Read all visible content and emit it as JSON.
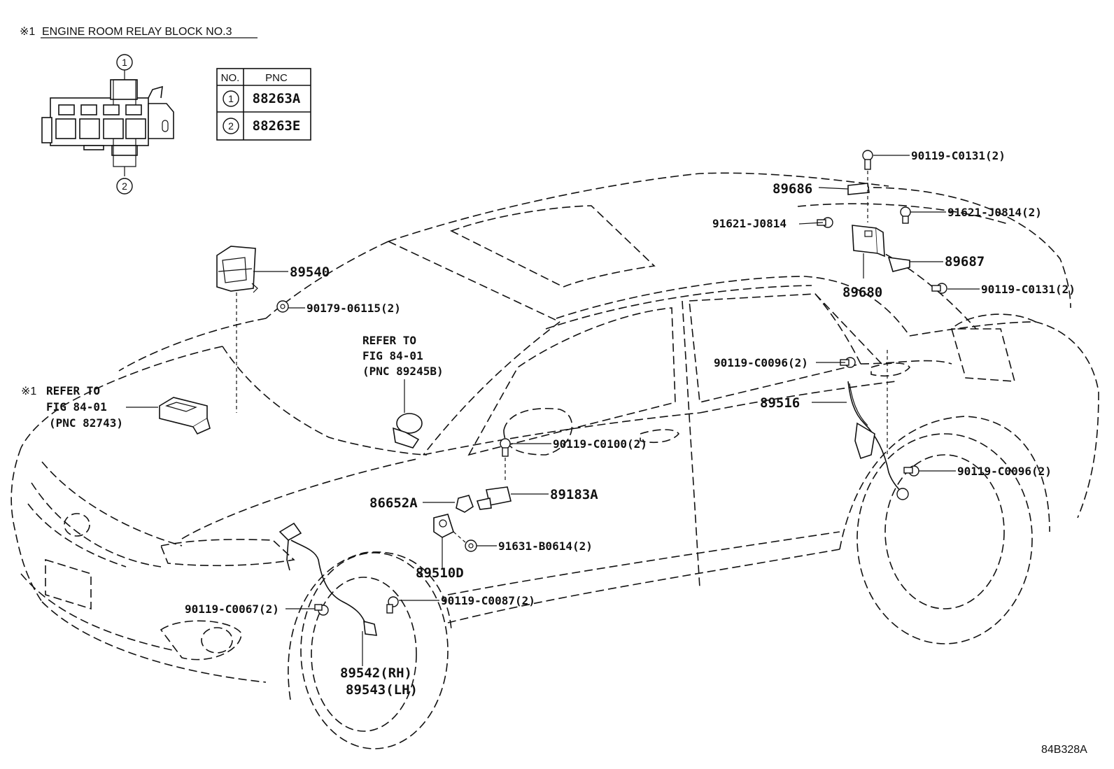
{
  "header": {
    "marker": "※1",
    "title": "ENGINE ROOM RELAY BLOCK NO.3"
  },
  "connector_callouts": [
    "1",
    "2"
  ],
  "pnc_table": {
    "headers": [
      "NO.",
      "PNC"
    ],
    "rows": [
      {
        "no": "1",
        "pnc": "88263A"
      },
      {
        "no": "2",
        "pnc": "88263E"
      }
    ]
  },
  "parts": {
    "p90119_c0131_top": "90119-C0131(2)",
    "p89686": "89686",
    "p91621_j0814_r": "91621-J0814(2)",
    "p91621_j0814_l": "91621-J0814",
    "p89687": "89687",
    "p89680": "89680",
    "p90119_c0131_bot": "90119-C0131(2)",
    "p89540": "89540",
    "p90179_06115": "90179-06115(2)",
    "p90119_c0096_top": "90119-C0096(2)",
    "p89516": "89516",
    "p90119_c0096_bot": "90119-C0096(2)",
    "p90119_c0100": "90119-C0100(2)",
    "p89183a": "89183A",
    "p86652a": "86652A",
    "p91631_b0614": "91631-B0614(2)",
    "p89510d": "89510D",
    "p90119_c0087": "90119-C0087(2)",
    "p90119_c0067": "90119-C0067(2)",
    "p89542": "89542(RH)",
    "p89543": "89543(LH)"
  },
  "refer_center": {
    "line1": "REFER TO",
    "line2": "FIG 84-01",
    "line3": "(PNC 89245B)"
  },
  "refer_left": {
    "marker": "※1",
    "line1": "REFER TO",
    "line2": "FIG 84-01",
    "line3": "(PNC 82743)"
  },
  "figure_code": "84B328A"
}
